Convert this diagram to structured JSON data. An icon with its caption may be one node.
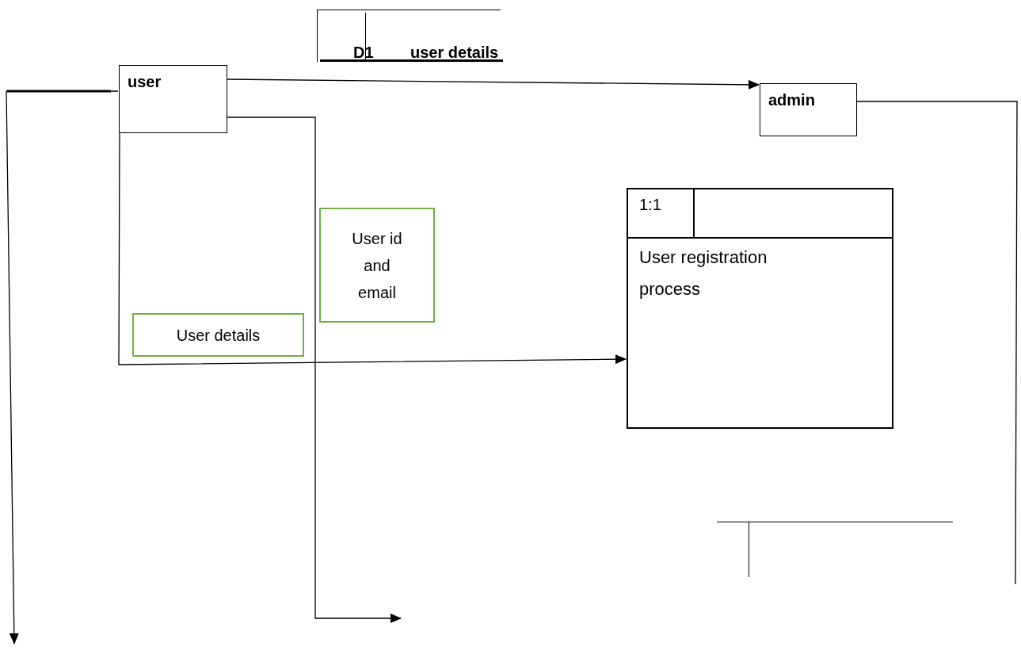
{
  "diagram": {
    "nodes": [
      {
        "text": [
          "D1",
          "user details"
        ]
      },
      {
        "text": [
          "user"
        ]
      },
      {
        "text": [
          "admin"
        ]
      },
      {
        "text": [
          "1:1",
          "User registration process"
        ]
      },
      {
        "text": [
          "User id and email"
        ]
      },
      {
        "text": [
          "User details"
        ]
      },
      {
        "text": [],
        "shape": "box"
      }
    ],
    "edges": [
      {
        "from": 1,
        "to": 2,
        "arrow": "to"
      },
      {
        "from": 1,
        "to": 3,
        "arrow": "to"
      },
      {
        "from": 1,
        "to": null,
        "arrow": "to"
      },
      {
        "from": 1,
        "to": null,
        "arrow": "to"
      },
      {
        "from": 2,
        "to": null,
        "arrow": "none"
      }
    ]
  }
}
